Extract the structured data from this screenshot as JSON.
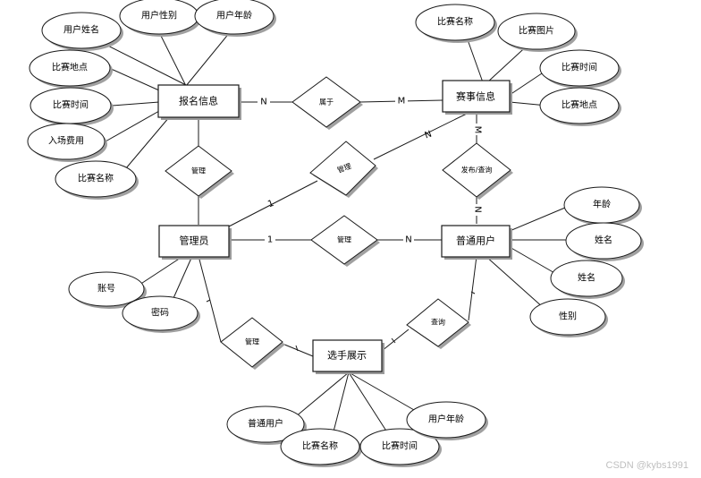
{
  "entities": {
    "registration": "报名信息",
    "event": "赛事信息",
    "admin": "管理员",
    "user": "普通用户",
    "player_show": "选手展示"
  },
  "relationships": {
    "belongs": "属于",
    "manage_registration": "管理",
    "manage_event": "管理",
    "manage_user": "管理",
    "publish_query": "发布/查询",
    "manage_player": "管理",
    "query_player": "查询"
  },
  "attributes": {
    "reg_user_name": "用户姓名",
    "reg_user_gender": "用户性别",
    "reg_user_age": "用户年龄",
    "reg_location": "比赛地点",
    "reg_time": "比赛时间",
    "reg_fee": "入场费用",
    "reg_match_name": "比赛名称",
    "ev_match_name": "比赛名称",
    "ev_image": "比赛图片",
    "ev_time": "比赛时间",
    "ev_location": "比赛地点",
    "admin_account": "账号",
    "admin_password": "密码",
    "user_age": "年龄",
    "user_name": "姓名",
    "user_name2": "姓名",
    "user_gender": "性别",
    "ps_user": "普通用户",
    "ps_match_name": "比赛名称",
    "ps_time": "比赛时间",
    "ps_user_age": "用户年龄"
  },
  "cardinalities": {
    "reg_belongs": "N",
    "event_belongs": "M",
    "event_manage": "N",
    "admin_manage_event": "1",
    "event_publish": "M",
    "user_publish": "N",
    "admin_manage_user": "1",
    "user_manage": "N"
  },
  "watermark": "CSDN @kybs1991"
}
